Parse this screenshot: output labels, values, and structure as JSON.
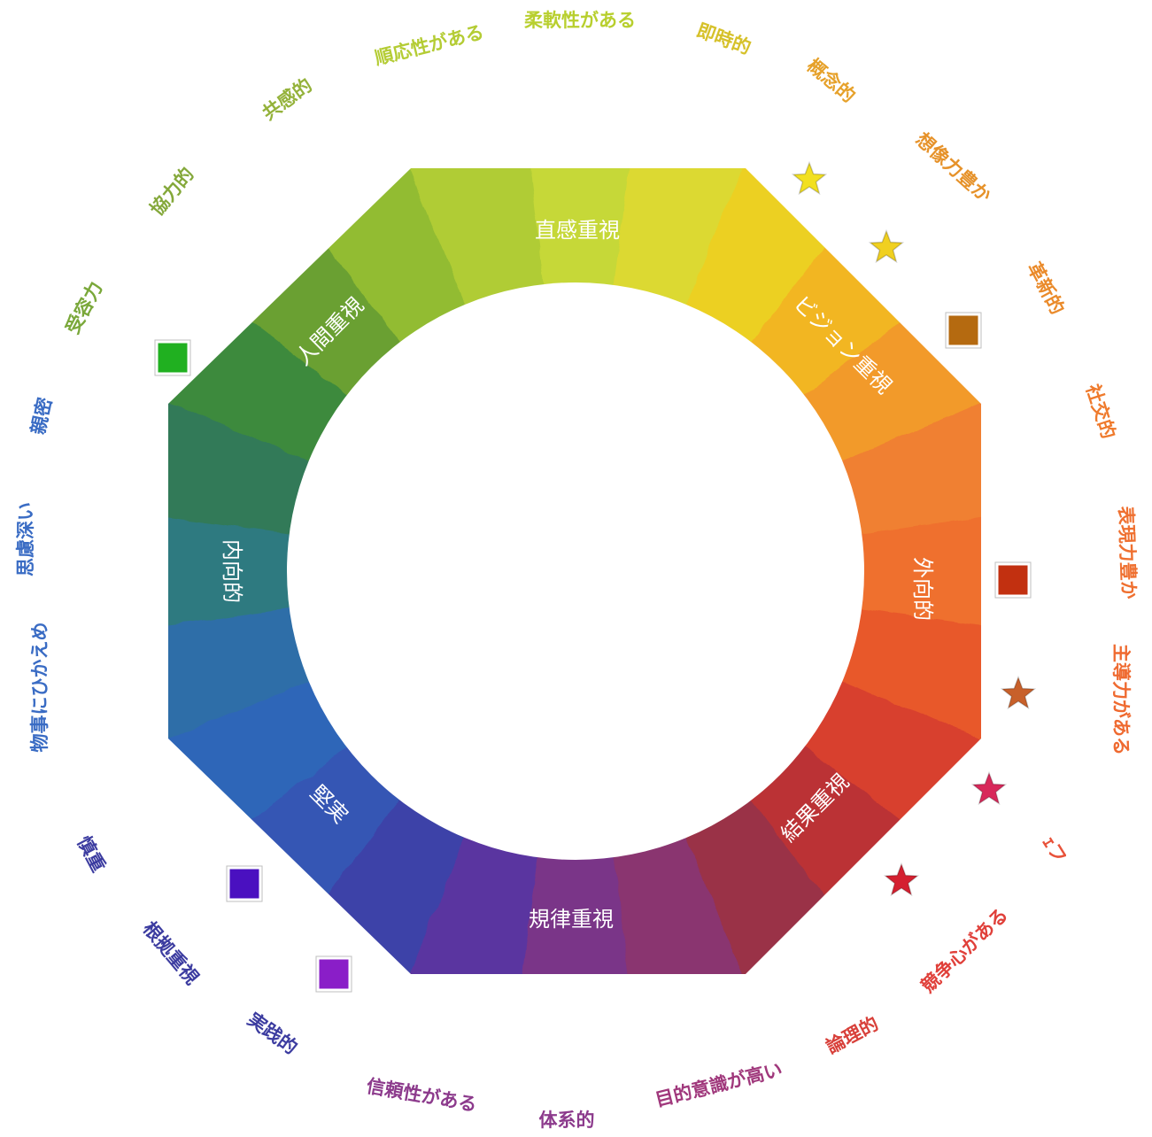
{
  "inner_labels": [
    {
      "id": "intuition",
      "text": "直感重視"
    },
    {
      "id": "vision",
      "text": "ビジョン重視"
    },
    {
      "id": "extroverted",
      "text": "外向的"
    },
    {
      "id": "results",
      "text": "結果重視"
    },
    {
      "id": "discipline",
      "text": "規律重視"
    },
    {
      "id": "steady",
      "text": "堅実"
    },
    {
      "id": "introverted",
      "text": "内向的"
    },
    {
      "id": "people",
      "text": "人間重視"
    }
  ],
  "outer_labels": [
    {
      "text": "柔軟性がある",
      "color": "#b8cf2e"
    },
    {
      "text": "即時的",
      "color": "#d6c12a"
    },
    {
      "text": "概念的",
      "color": "#e6a12a"
    },
    {
      "text": "想像力豊か",
      "color": "#e6922a"
    },
    {
      "text": "革新的",
      "color": "#ea8a2a"
    },
    {
      "text": "社交的",
      "color": "#ef7a2c"
    },
    {
      "text": "表現力豊か",
      "color": "#ef7030"
    },
    {
      "text": "主導力がある",
      "color": "#ef6a30"
    },
    {
      "text": "ｪフ",
      "color": "#e8523a"
    },
    {
      "text": "競争心がある",
      "color": "#e0403a"
    },
    {
      "text": "論理的",
      "color": "#d8403a"
    },
    {
      "text": "目的意識が高い",
      "color": "#a0387c"
    },
    {
      "text": "体系的",
      "color": "#8c3a8c"
    },
    {
      "text": "信頼性がある",
      "color": "#8c3a8c"
    },
    {
      "text": "実践的",
      "color": "#3c3ca0"
    },
    {
      "text": "根拠重視",
      "color": "#3c3ca0"
    },
    {
      "text": "慎重",
      "color": "#3c3ca0"
    },
    {
      "text": "物事にひかえめ",
      "color": "#3a6cc4"
    },
    {
      "text": "思慮深い",
      "color": "#3a6cc4"
    },
    {
      "text": "親密",
      "color": "#3a6cc4"
    },
    {
      "text": "受容力",
      "color": "#7aa83a"
    },
    {
      "text": "協力的",
      "color": "#84a83a"
    },
    {
      "text": "共感的",
      "color": "#94b23a"
    },
    {
      "text": "順応性がある",
      "color": "#b4cc34"
    }
  ],
  "markers": [
    {
      "shape": "star",
      "color": "#f2e020"
    },
    {
      "shape": "star",
      "color": "#f0d020"
    },
    {
      "shape": "square",
      "color": "#b56a10"
    },
    {
      "shape": "square",
      "color": "#c23010"
    },
    {
      "shape": "star",
      "color": "#c8602a"
    },
    {
      "shape": "star",
      "color": "#d8285a"
    },
    {
      "shape": "star",
      "color": "#d42030"
    },
    {
      "shape": "square",
      "color": "#8a1ec8"
    },
    {
      "shape": "square",
      "color": "#4a10c0"
    },
    {
      "shape": "square",
      "color": "#20b020"
    }
  ]
}
